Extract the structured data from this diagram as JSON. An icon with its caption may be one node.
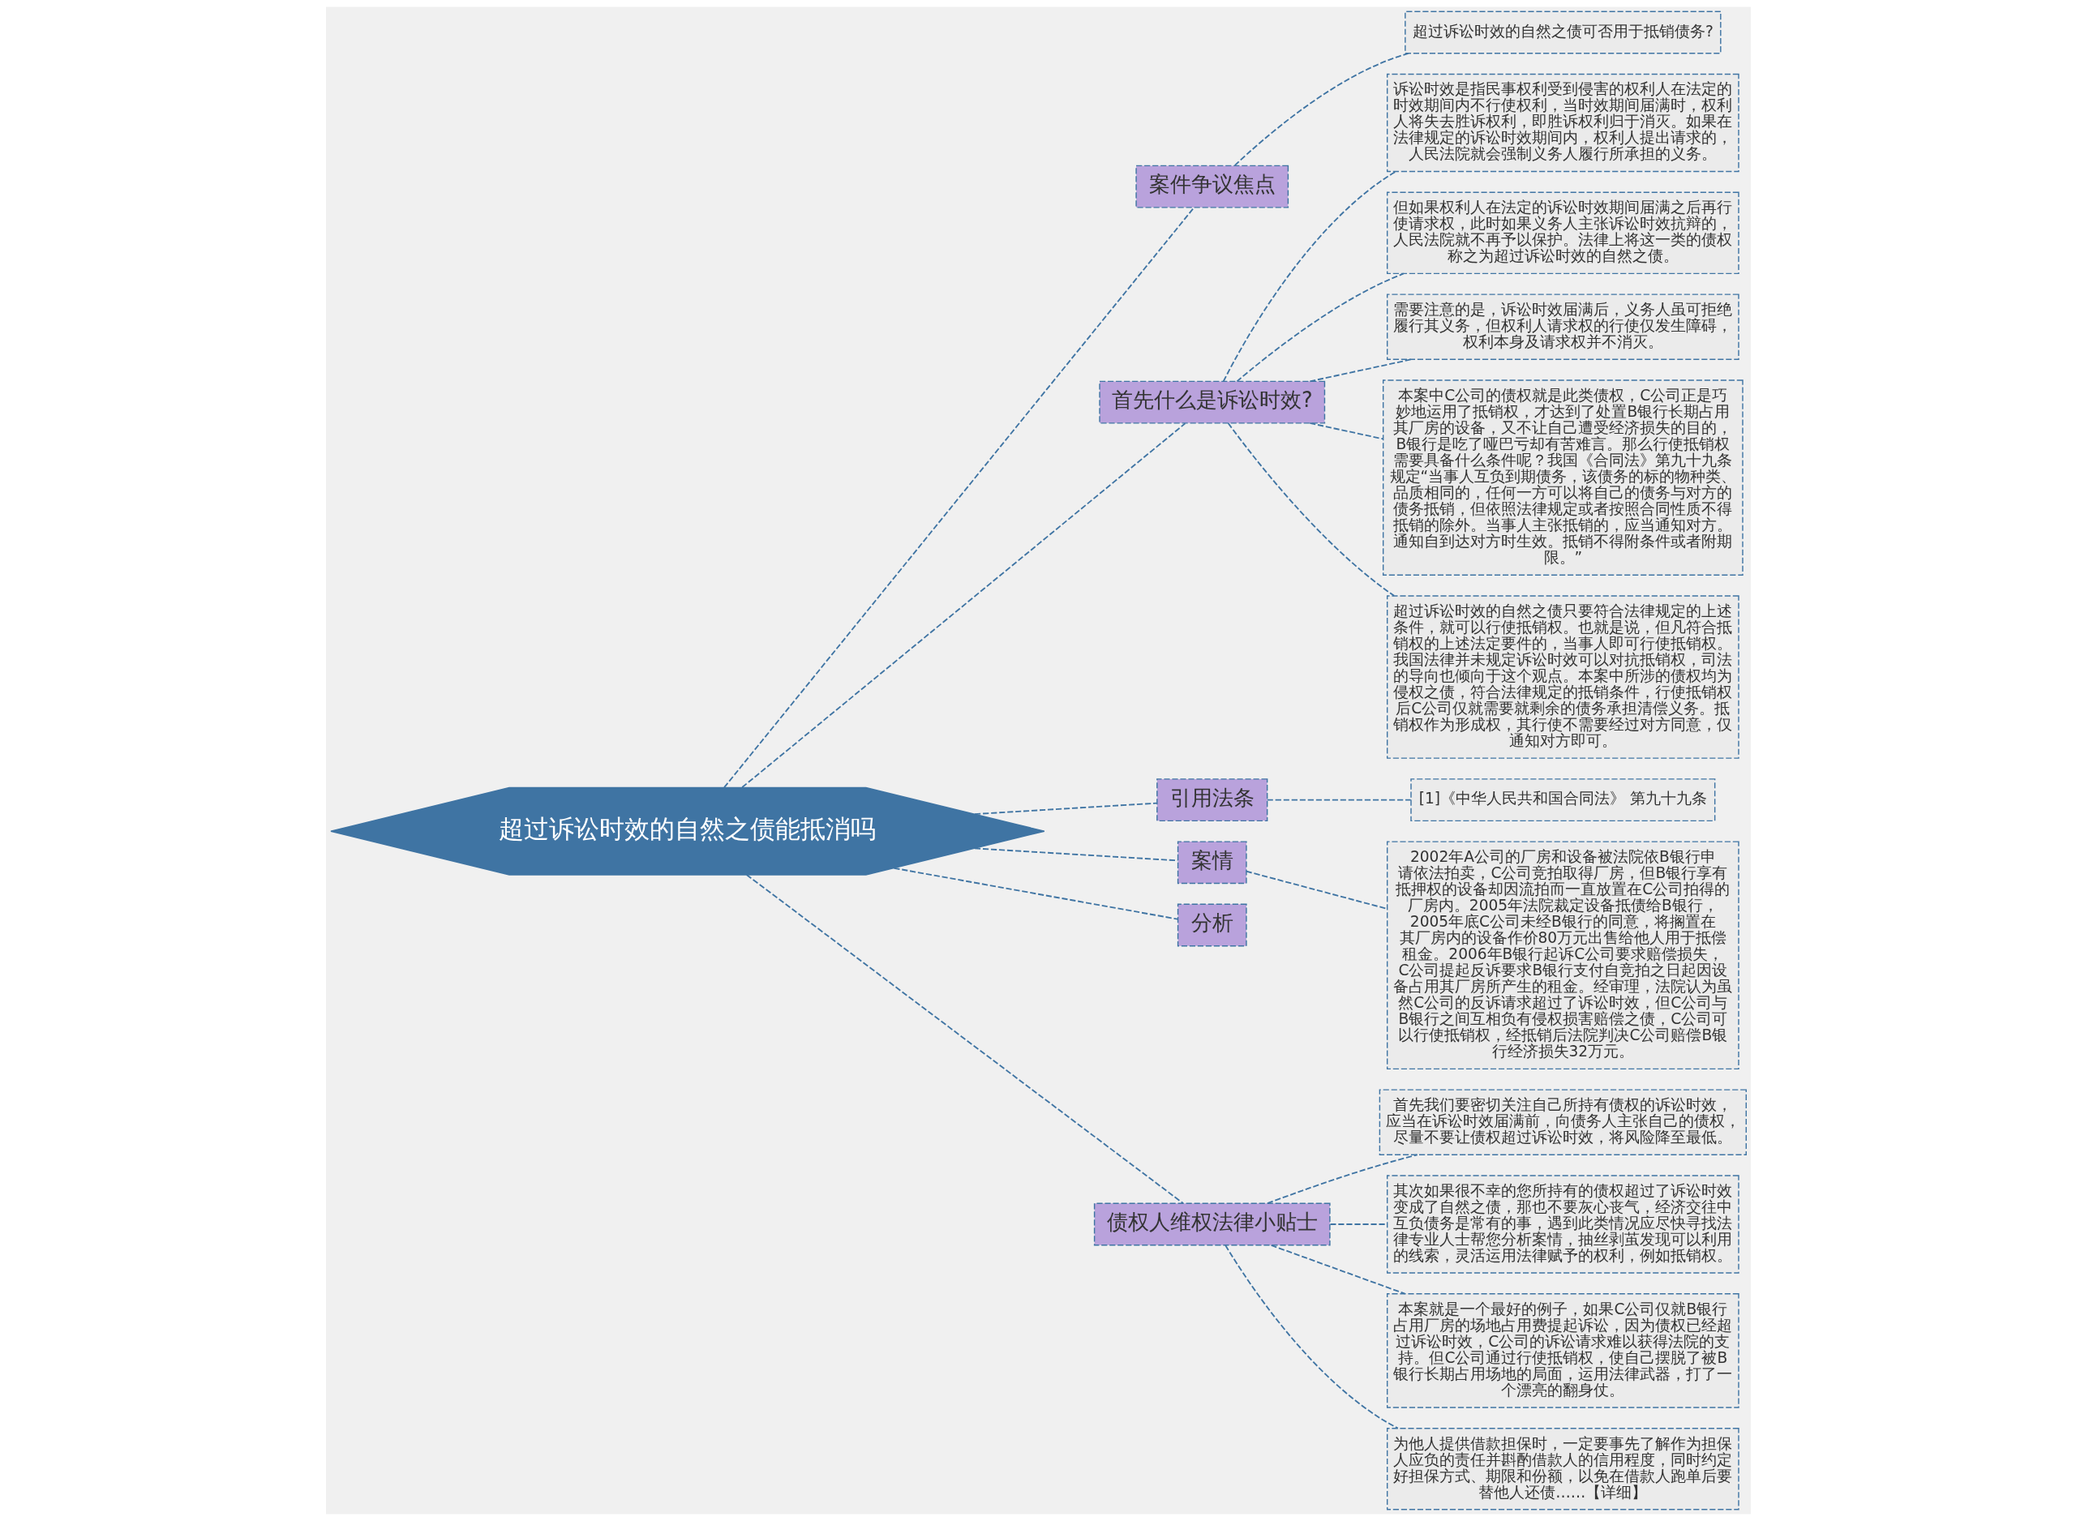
{
  "diagram": {
    "nodes": [
      {
        "text": [
          "超过诉讼时效的自然之债能抵消吗"
        ]
      },
      {
        "text": [
          "案件争议焦点"
        ]
      },
      {
        "text": [
          "超过诉讼时效的自然之债可否用于抵销债务?"
        ]
      },
      {
        "text": [
          "首先什么是诉讼时效?"
        ]
      },
      {
        "text": [
          "诉讼时效是指民事权利受到侵害的权利人在法定的时效期间内不行使权利，当时效期间届满时，权利人将失去胜诉权利，即胜诉权利归于消灭。如果在法律规定的诉讼时效期间内，权利人提出请求的，人民法院就会强制义务人履行所承担的义务。"
        ]
      },
      {
        "text": [
          "但如果权利人在法定的诉讼时效期间届满之后再行使请求权，此时如果义务人主张诉讼时效抗辩的，人民法院就不再予以保护。法律上将这一类的债权称之为超过诉讼时效的自然之债。"
        ]
      },
      {
        "text": [
          "需要注意的是，诉讼时效届满后，义务人虽可拒绝履行其义务，但权利人请求权的行使仅发生障碍，权利本身及请求权并不消灭。"
        ]
      },
      {
        "text": [
          "本案中C公司的债权就是此类债权，C公司正是巧妙地运用了抵销权，才达到了处置B银行长期占用其厂房的设备，又不让自己遭受经济损失的目的，B银行是吃了哑巴亏却有苦难言。那么行使抵销权需要具备什么条件呢？我国《合同法》第九十九条规定“当事人互负到期债务，该债务的标的物种类、品质相同的，任何一方可以将自己的债务与对方的债务抵销，但依照法律规定或者按照合同性质不得抵销的除外。当事人主张抵销的，应当通知对方。通知自到达对方时生效。抵销不得附条件或者附期限。”"
        ]
      },
      {
        "text": [
          "超过诉讼时效的自然之债只要符合法律规定的上述条件，就可以行使抵销权。也就是说，但凡符合抵销权的上述法定要件的，当事人即可行使抵销权。我国法律并未规定诉讼时效可以对抗抵销权，司法的导向也倾向于这个观点。本案中所涉的债权均为侵权之债，符合法律规定的抵销条件，行使抵销权后C公司仅就需要就剩余的债务承担清偿义务。抵销权作为形成权，其行使不需要经过对方同意，仅通知对方即可。"
        ]
      },
      {
        "text": [
          "引用法条"
        ]
      },
      {
        "text": [
          "[1]《中华人民共和国合同法》 第九十九条"
        ]
      },
      {
        "text": [
          "案情"
        ]
      },
      {
        "text": [
          "2002年A公司的厂房和设备被法院依B银行申请依法拍卖，C公司竞拍取得厂房，但B银行享有抵押权的设备却因流拍而一直放置在C公司拍得的厂房内。2005年法院裁定设备抵债给B银行，2005年底C公司未经B银行的同意，将搁置在其厂房内的设备作价80万元出售给他人用于抵偿租金。2006年B银行起诉C公司要求赔偿损失，C公司提起反诉要求B银行支付自竞拍之日起因设备占用其厂房所产生的租金。经审理，法院认为虽然C公司的反诉请求超过了诉讼时效，但C公司与B银行之间互相负有侵权损害赔偿之债，C公司可以行使抵销权，经抵销后法院判决C公司赔偿B银行经济损失32万元。"
        ]
      },
      {
        "text": [
          "分析"
        ]
      },
      {
        "text": [
          "债权人维权法律小贴士"
        ]
      },
      {
        "text": [
          "首先我们要密切关注自己所持有债权的诉讼时效，应当在诉讼时效届满前，向债务人主张自己的债权，尽量不要让债权超过诉讼时效，将风险降至最低。"
        ]
      },
      {
        "text": [
          "其次如果很不幸的您所持有的债权超过了诉讼时效变成了自然之债，那也不要灰心丧气，经济交往中互负债务是常有的事，遇到此类情况应尽快寻找法律专业人士帮您分析案情，抽丝剥茧发现可以利用的线索，灵活运用法律赋予的权利，例如抵销权。"
        ]
      },
      {
        "text": [
          "本案就是一个最好的例子，如果C公司仅就B银行占用厂房的场地占用费提起诉讼，因为债权已经超过诉讼时效，C公司的诉讼请求难以获得法院的支持。但C公司通过行使抵销权，使自己摆脱了被B银行长期占用场地的局面，运用法律武器，打了一个漂亮的翻身仗。"
        ]
      },
      {
        "text": [
          "为他人提供借款担保时，一定要事先了解作为担保人应负的责任并斟酌借款人的信用程度，同时约定好担保方式、期限和份额，以免在借款人跑单后要替他人还债……【详细】"
        ]
      }
    ],
    "edges": [
      {
        "from": 0,
        "to": 1,
        "arrow": "none",
        "style": "dashed"
      },
      {
        "from": 1,
        "to": 2,
        "arrow": "none",
        "style": "dashed"
      },
      {
        "from": 0,
        "to": 3,
        "arrow": "none",
        "style": "dashed"
      },
      {
        "from": 3,
        "to": 4,
        "arrow": "none",
        "style": "dashed"
      },
      {
        "from": 3,
        "to": 5,
        "arrow": "none",
        "style": "dashed"
      },
      {
        "from": 3,
        "to": 6,
        "arrow": "none",
        "style": "dashed"
      },
      {
        "from": 3,
        "to": 7,
        "arrow": "none",
        "style": "dashed"
      },
      {
        "from": 3,
        "to": 8,
        "arrow": "none",
        "style": "dashed"
      },
      {
        "from": 0,
        "to": 9,
        "arrow": "none",
        "style": "dashed"
      },
      {
        "from": 9,
        "to": 10,
        "arrow": "none",
        "style": "dashed"
      },
      {
        "from": 0,
        "to": 11,
        "arrow": "none",
        "style": "dashed"
      },
      {
        "from": 11,
        "to": 12,
        "arrow": "none",
        "style": "dashed"
      },
      {
        "from": 0,
        "to": 13,
        "arrow": "none",
        "style": "dashed"
      },
      {
        "from": 0,
        "to": 14,
        "arrow": "none",
        "style": "dashed"
      },
      {
        "from": 14,
        "to": 15,
        "arrow": "none",
        "style": "dashed"
      },
      {
        "from": 14,
        "to": 16,
        "arrow": "none",
        "style": "dashed"
      },
      {
        "from": 14,
        "to": 17,
        "arrow": "none",
        "style": "dashed"
      },
      {
        "from": 14,
        "to": 18,
        "arrow": "none",
        "style": "dashed"
      }
    ]
  }
}
